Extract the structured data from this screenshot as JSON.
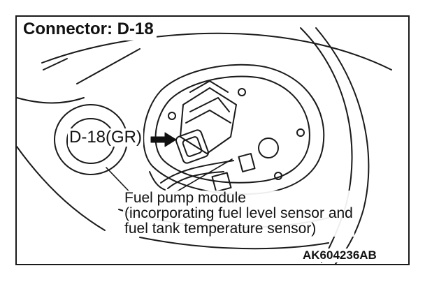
{
  "title": "Connector: D-18",
  "connector_callout": "D-18(GR)",
  "component_label": {
    "line1": "Fuel pump module",
    "line2": "(incorporating fuel level sensor and",
    "line3": "fuel tank temperature sensor)"
  },
  "figure_code": "AK604236AB"
}
